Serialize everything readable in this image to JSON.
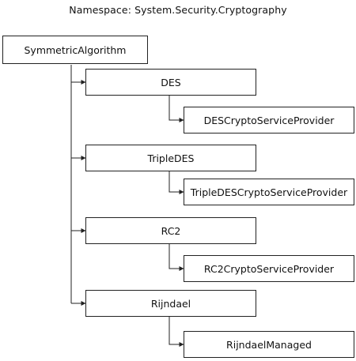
{
  "diagram": {
    "title": "Namespace: System.Security.Cryptography",
    "root": {
      "label": "SymmetricAlgorithm"
    },
    "classes": [
      {
        "label": "DES",
        "child": "DESCryptoServiceProvider"
      },
      {
        "label": "TripleDES",
        "child": "TripleDESCryptoServiceProvider"
      },
      {
        "label": "RC2",
        "child": "RC2CryptoServiceProvider"
      },
      {
        "label": "Rijndael",
        "child": "RijndaelManaged"
      }
    ]
  }
}
